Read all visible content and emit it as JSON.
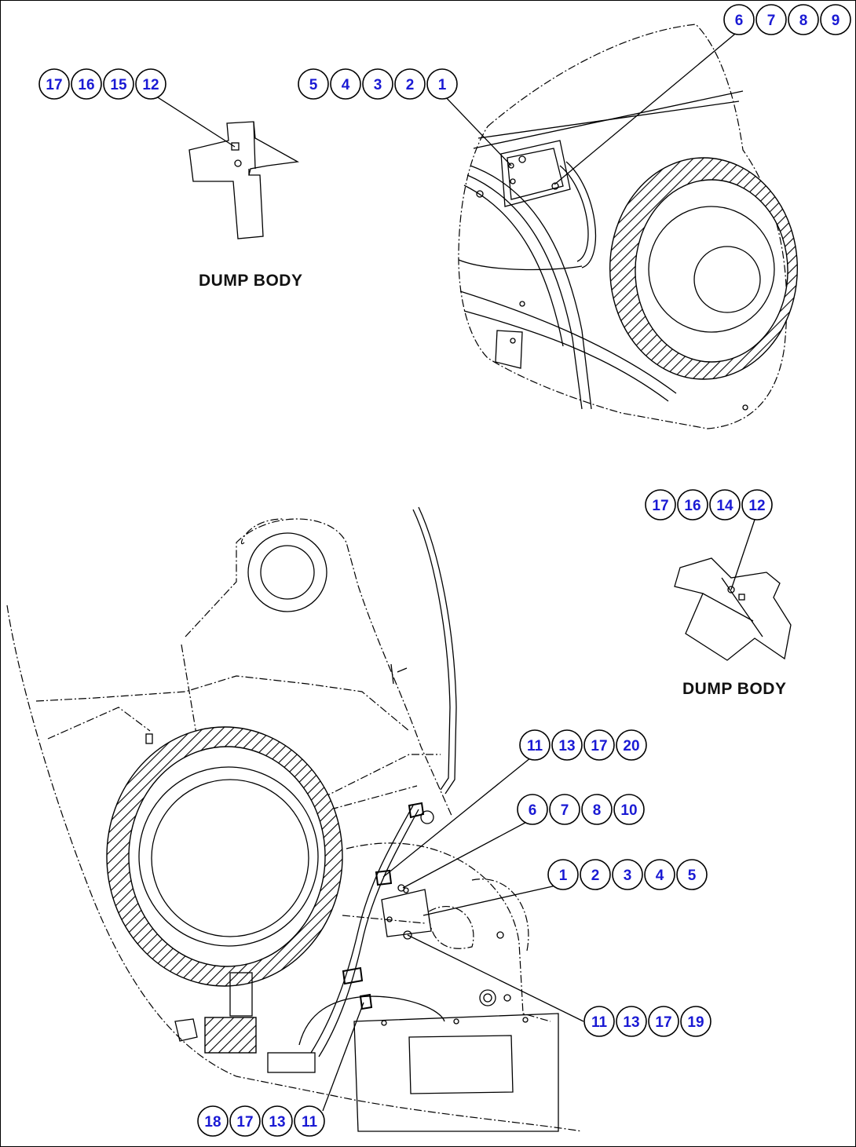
{
  "colors": {
    "callout_number": "#1a1ad4",
    "line": "#000000",
    "background": "#ffffff"
  },
  "captions": {
    "dump_body_top": "DUMP BODY",
    "dump_body_right": "DUMP BODY"
  },
  "callouts": {
    "top_left": [
      "17",
      "16",
      "15",
      "12"
    ],
    "top_center": [
      "5",
      "4",
      "3",
      "2",
      "1"
    ],
    "top_right": [
      "6",
      "7",
      "8",
      "9"
    ],
    "mid_right": [
      "17",
      "16",
      "14",
      "12"
    ],
    "group_a": [
      "11",
      "13",
      "17",
      "20"
    ],
    "group_b": [
      "6",
      "7",
      "8",
      "10"
    ],
    "group_c": [
      "1",
      "2",
      "3",
      "4",
      "5"
    ],
    "group_d": [
      "11",
      "13",
      "17",
      "19"
    ],
    "bottom": [
      "18",
      "17",
      "13",
      "11"
    ]
  }
}
